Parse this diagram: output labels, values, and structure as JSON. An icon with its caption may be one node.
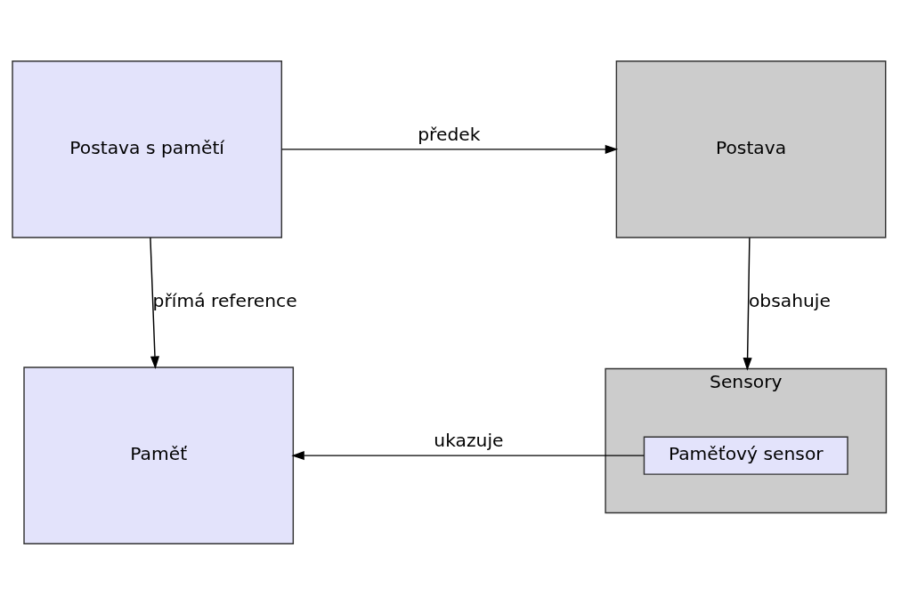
{
  "diagram": {
    "nodes": [
      {
        "text": [
          "Postava s pamětí"
        ]
      },
      {
        "text": [
          "Postava"
        ]
      },
      {
        "text": [
          "Paměť"
        ]
      },
      {
        "text": [
          "Sensory"
        ]
      },
      {
        "text": [
          "Paměťový sensor"
        ],
        "in": 3
      }
    ],
    "edges": [
      {
        "from": 0,
        "to": 1,
        "arrow": "to",
        "label": "předek"
      },
      {
        "from": 0,
        "to": 2,
        "arrow": "to",
        "label": "přímá reference"
      },
      {
        "from": 1,
        "to": 3,
        "arrow": "to",
        "label": "obsahuje"
      },
      {
        "from": 4,
        "to": 2,
        "arrow": "to",
        "label": "ukazuje"
      }
    ]
  }
}
